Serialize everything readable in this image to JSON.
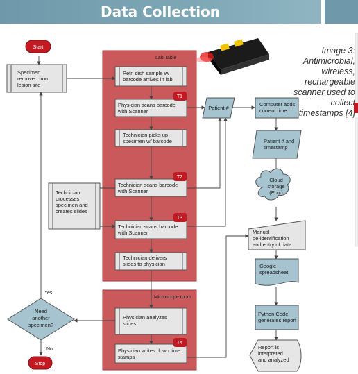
{
  "header": {
    "title": "Data Collection"
  },
  "caption": {
    "lines": [
      "Image 3:",
      "Antimicrobial,",
      "wireless, rechargeable",
      "scanner used to collect",
      "timestamps [4]"
    ]
  },
  "flow": {
    "start": "Start",
    "stop": "Stop",
    "specimen_removed": [
      "Specimen",
      "removed from",
      "lesion site"
    ],
    "lab_table": "Lab Table",
    "microscope_room": "Microscope room",
    "petri": [
      "Petri dish sample w/",
      "barcode arrives in lab"
    ],
    "phys_scans": [
      "Physician scans barcode",
      "with Scanner"
    ],
    "tech_picks": [
      "Technician picks up",
      "specimen w/ barcode"
    ],
    "tech_scans_1": [
      "Technician scans barcode",
      "with Scanner"
    ],
    "tech_processes": [
      "Technician",
      "processes",
      "specimen and",
      "creates slides"
    ],
    "tech_scans_2": [
      "Technician scans barcode",
      "with Scanner"
    ],
    "tech_delivers": [
      "Technician delivers",
      "slides to physician"
    ],
    "phys_analyzes": [
      "Physician analyzes",
      "slides"
    ],
    "phys_writes": [
      "Physician writes down time",
      "stamps"
    ],
    "need_another": [
      "Need",
      "another",
      "specimen?"
    ],
    "yes": "Yes",
    "no": "No",
    "t1": "T1",
    "t2": "T2",
    "t3": "T3",
    "t4": "T4",
    "patient": "Patient #",
    "computer_adds": [
      "Computer adds",
      "current time"
    ],
    "patient_timestamp": [
      "Patient # and",
      "timestamp"
    ],
    "cloud": [
      "Cloud",
      "storage",
      "(Epic)"
    ],
    "manual": [
      "Manual",
      "de-identification",
      "and entry of data"
    ],
    "google": [
      "Google",
      "spreadsheet"
    ],
    "python": [
      "Python Code",
      "generates report"
    ],
    "report": [
      "Report is",
      "interpreted",
      "and analyzed"
    ]
  },
  "colors": {
    "lab_bg": "#c9595b",
    "grey_box": "#e6e6e6",
    "blue_box": "#a6c4d0",
    "red_node": "#c21a22",
    "header": "#7aa3b3"
  }
}
